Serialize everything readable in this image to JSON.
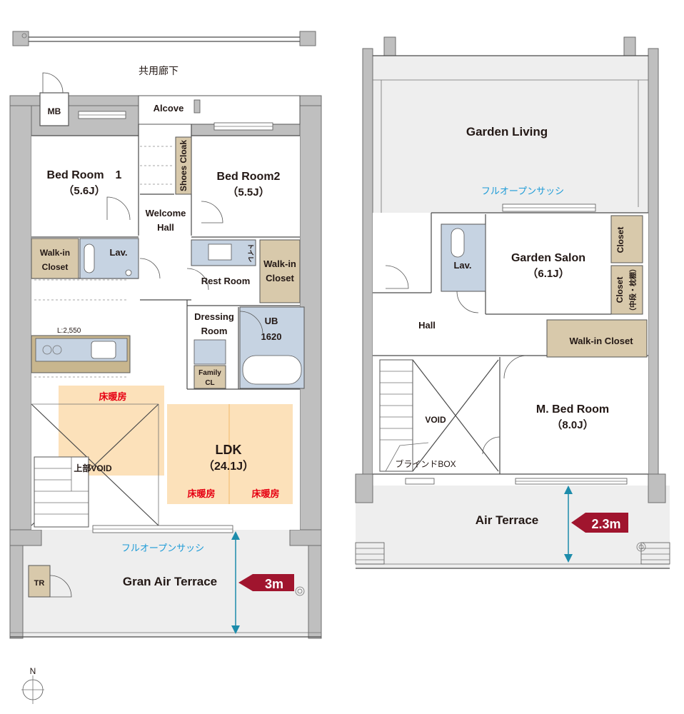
{
  "corridor": "共用廊下",
  "rooms": {
    "mb": "MB",
    "alcove": "Alcove",
    "bed1_name": "Bed Room　1",
    "bed1_size": "（5.6J）",
    "bed2_name": "Bed Room2",
    "bed2_size": "（5.5J）",
    "shoes_cloak": "Shoes Cloak",
    "welcome_hall_1": "Welcome",
    "welcome_hall_2": "Hall",
    "wic1_1": "Walk-in",
    "wic1_2": "Closet",
    "lav1": "Lav.",
    "toilet1": "トイレ",
    "rest_room": "Rest Room",
    "wic2_1": "Walk-in",
    "wic2_2": "Closet",
    "dressing_1": "Dressing",
    "dressing_2": "Room",
    "ub_1": "UB",
    "ub_2": "1620",
    "family_cl_1": "Family",
    "family_cl_2": "CL",
    "kitchen_l": "L:2,550",
    "ldk_name": "LDK",
    "ldk_size": "（24.1J）",
    "upper_void": "上部VOID",
    "tr": "TR",
    "gran_air_terrace": "Gran Air Terrace",
    "garden_living": "Garden Living",
    "garden_salon_name": "Garden Salon",
    "garden_salon_size": "（6.1J）",
    "lav2": "Lav.",
    "closet_a": "Closet",
    "closet_b": "Closet",
    "closet_b_note": "（中段・枕棚）",
    "hall": "Hall",
    "wic3": "Walk-in Closet",
    "void": "VOID",
    "blind_box": "ブラインドBOX",
    "mbed_name": "M. Bed Room",
    "mbed_size": "（8.0J）",
    "air_terrace": "Air Terrace"
  },
  "annotations": {
    "full_open_sash_1": "フルオープンサッシ",
    "full_open_sash_2": "フルオープンサッシ",
    "floor_heating_1": "床暖房",
    "floor_heating_2": "床暖房",
    "floor_heating_3": "床暖房",
    "depth_gran": "3m",
    "depth_air": "2.3m"
  },
  "compass": "N",
  "colors": {
    "wall": "#bfbfbf",
    "terrace": "#eeeeee",
    "closet": "#d8c9ab",
    "wet_area": "#c6d3e2",
    "counter": "#c8b68e",
    "floor_heating": "#fbdcae",
    "badge": "#a0152e",
    "dimension": "#1d8cab",
    "text_blue": "#1d9bd7",
    "text_red": "#e60012"
  }
}
